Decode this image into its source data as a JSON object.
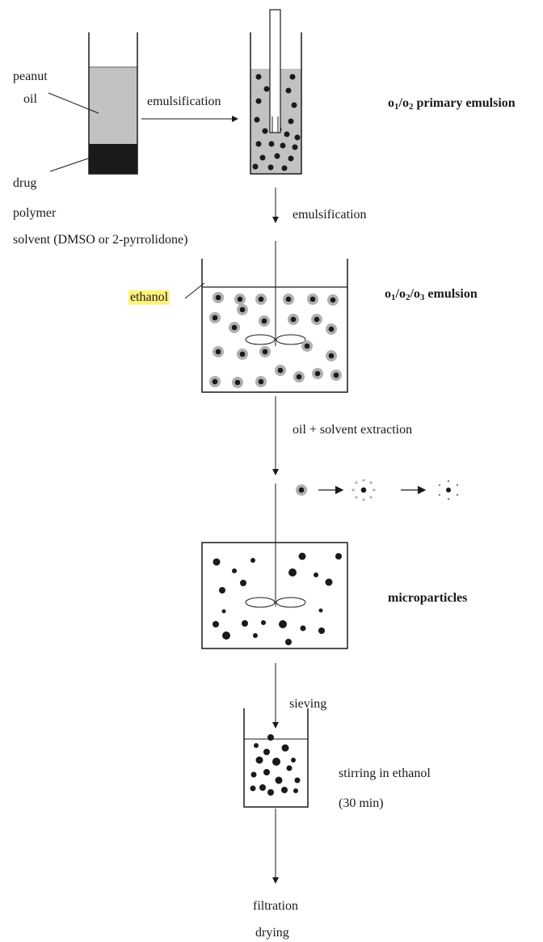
{
  "labels": {
    "peanut": "peanut",
    "oil": "oil",
    "emulsification_1": "emulsification",
    "drug": "drug",
    "polymer": "polymer",
    "solvent": "solvent (DMSO or 2-pyrrolidone)",
    "emulsification_2": "emulsification",
    "ethanol": "ethanol",
    "extraction": "oil + solvent extraction",
    "microparticles": "microparticles",
    "sieving": "sieving",
    "stirring": "stirring in ethanol",
    "stirring_time": "(30 min)",
    "filtration": "filtration",
    "drying": "drying"
  },
  "emulsion_labels": {
    "primary": {
      "o1": "o",
      "s1": "1",
      "o2": "/o",
      "s2": "2",
      "suffix": " primary emulsion"
    },
    "triple": {
      "o1": "o",
      "s1": "1",
      "o2": "/o",
      "s2": "2",
      "o3": "/o",
      "s3": "3",
      "suffix": " emulsion"
    }
  },
  "colors": {
    "oil_phase": "#c2c2c2",
    "drug_layer": "#1a1a1a",
    "droplet_halo": "#b0b0b0",
    "particle": "#1a1a1a",
    "highlight": "#fff27a"
  }
}
